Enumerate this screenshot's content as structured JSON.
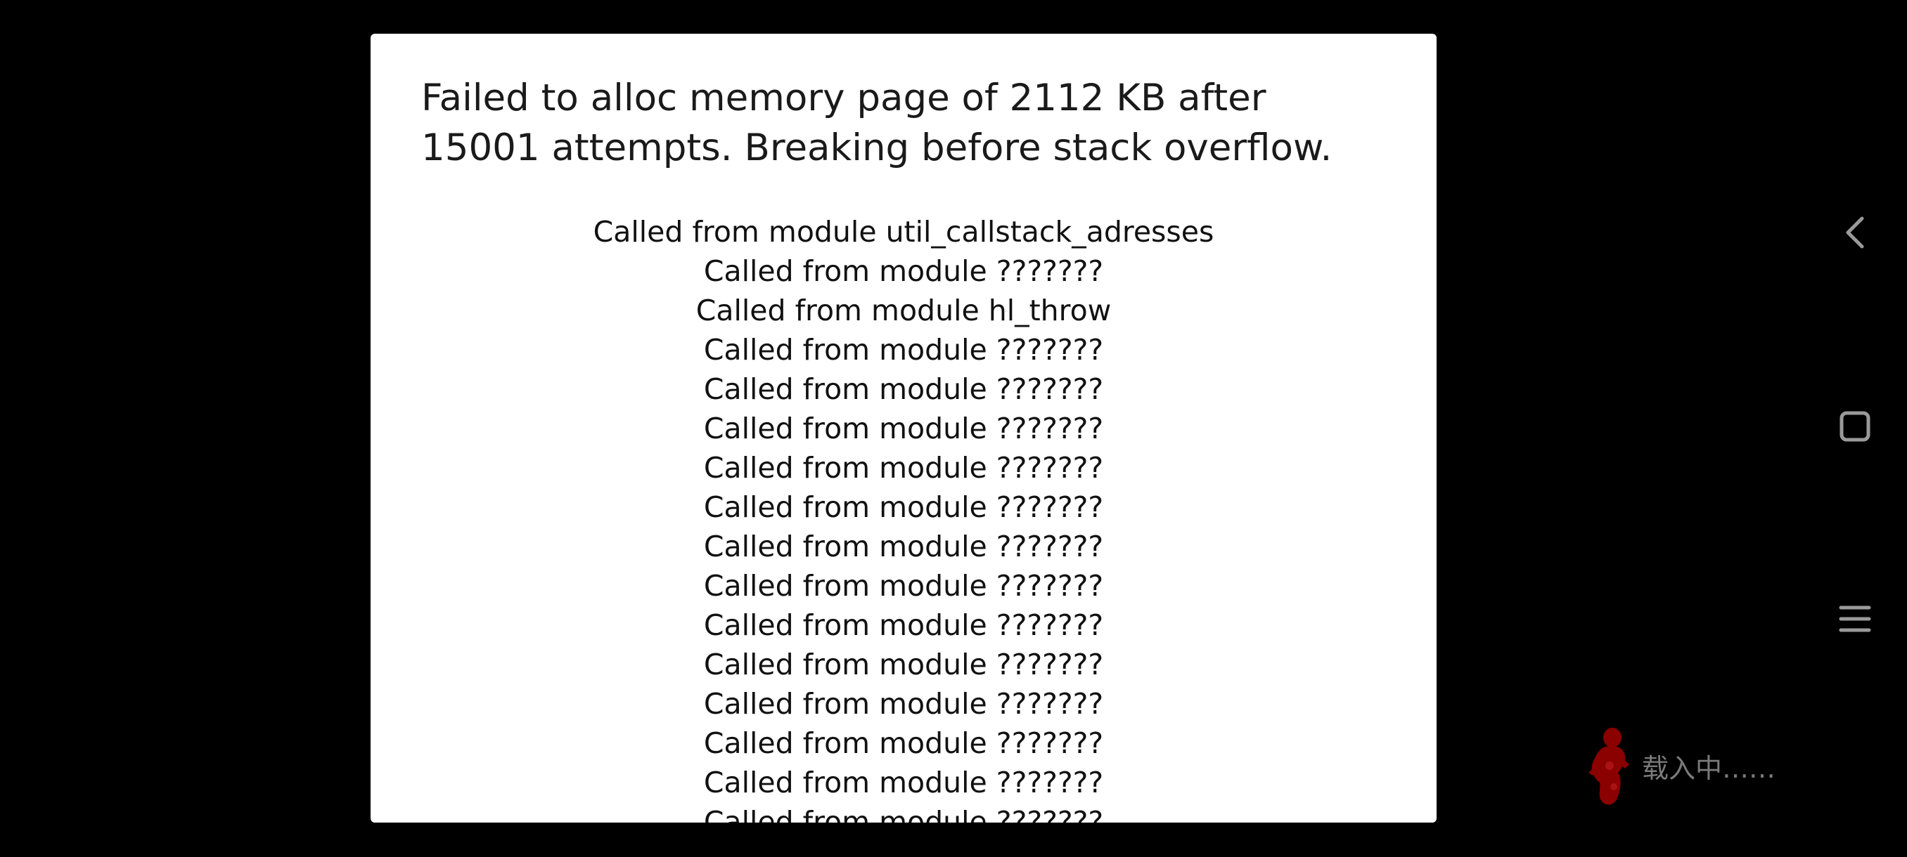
{
  "dialog": {
    "title": "Failed to alloc memory page of 2112 KB after 15001 attempts. Breaking before stack overflow.",
    "callstack": [
      "Called from module util_callstack_adresses",
      "Called from module ???????",
      "Called from module hl_throw",
      "Called from module ???????",
      "Called from module ???????",
      "Called from module ???????",
      "Called from module ???????",
      "Called from module ???????",
      "Called from module ???????",
      "Called from module ???????",
      "Called from module ???????",
      "Called from module ???????",
      "Called from module ???????",
      "Called from module ???????",
      "Called from module ???????",
      "Called from module ???????"
    ]
  },
  "navigation": {
    "back_icon": "chevron-left-icon",
    "home_icon": "square-icon",
    "menu_icon": "hamburger-menu-icon",
    "icon_color": "#9a9a9a"
  },
  "loading": {
    "text": "载入中……",
    "figure_icon": "red-figure-icon",
    "figure_color": "#8b0000"
  }
}
